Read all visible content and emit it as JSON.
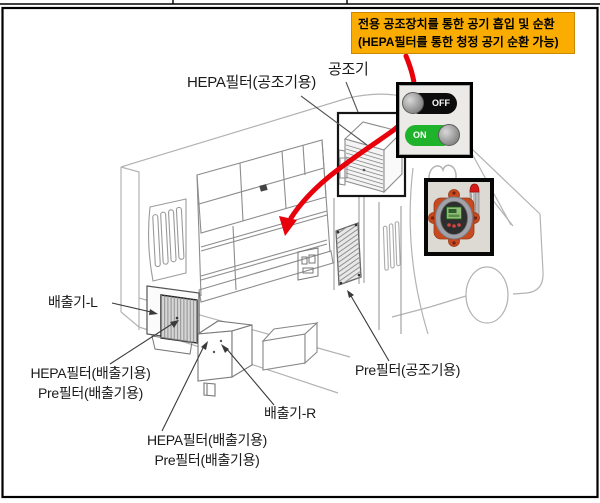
{
  "diagram": {
    "callout": {
      "line1": "전용 공조장치를 통한 공기 흡입 및 순환",
      "line2": "(HEPA필터를 통한 청정 공기 순환 가능)",
      "bg_color": "#FAAC00",
      "text_color": "#000000"
    },
    "labels": {
      "hepa_filter_ac": "HEPA필터(공조기용)",
      "ac_unit": "공조기",
      "exhaust_left": "배출기-L",
      "exhaust_left_filters_line1": "HEPA필터(배출기용)",
      "exhaust_left_filters_line2": "Pre필터(배출기용)",
      "exhaust_right_filters_line1": "HEPA필터(배출기용)",
      "exhaust_right_filters_line2": "Pre필터(배출기용)",
      "exhaust_right": "배출기-R",
      "pre_filter_ac": "Pre필터(공조기용)"
    },
    "switch_inset": {
      "off_label": "OFF",
      "on_label": "ON",
      "on_color": "#1EB32A",
      "off_color": "#0C0C0C"
    },
    "colors": {
      "flow_arrow_red": "#E8000B",
      "highlight_box_black": "#151515",
      "drawing_line_gray": "#9A9A9A",
      "detector_body_orange": "#C84A20"
    }
  }
}
